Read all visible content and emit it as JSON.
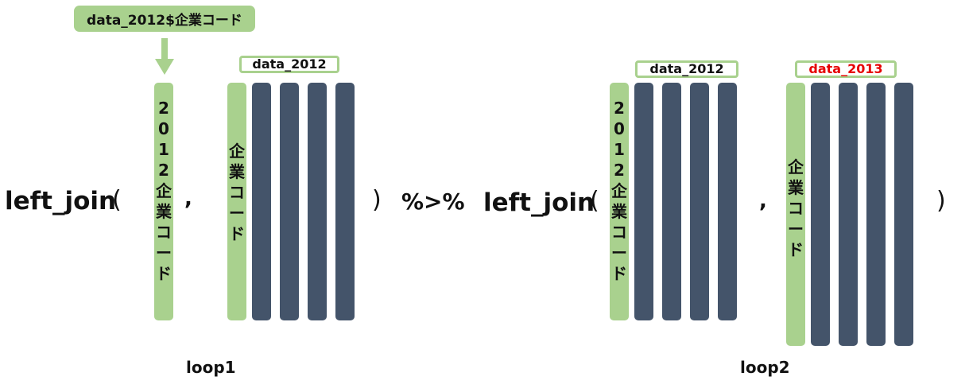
{
  "call": {
    "fn": "left_join",
    "open": "(",
    "comma": ",",
    "close": ")",
    "pipe": "%>%"
  },
  "callout": {
    "text": "data_2012$企業コード"
  },
  "loop1": {
    "key_chars": [
      "2",
      "0",
      "1",
      "2",
      "企",
      "業",
      "コ",
      "ー",
      "ド"
    ],
    "table_label": "data_2012",
    "table_key_chars": [
      "企",
      "業",
      "コ",
      "ー",
      "ド"
    ],
    "caption": "loop1"
  },
  "loop2": {
    "left_label": "data_2012",
    "left_key_chars": [
      "2",
      "0",
      "1",
      "2",
      "企",
      "業",
      "コ",
      "ー",
      "ド"
    ],
    "right_label": "data_2013",
    "right_key_chars": [
      "企",
      "業",
      "コ",
      "ー",
      "ド"
    ],
    "caption": "loop2"
  },
  "colors": {
    "green": "#a9d18e",
    "navy": "#44546a",
    "highlight": "#e60000"
  }
}
